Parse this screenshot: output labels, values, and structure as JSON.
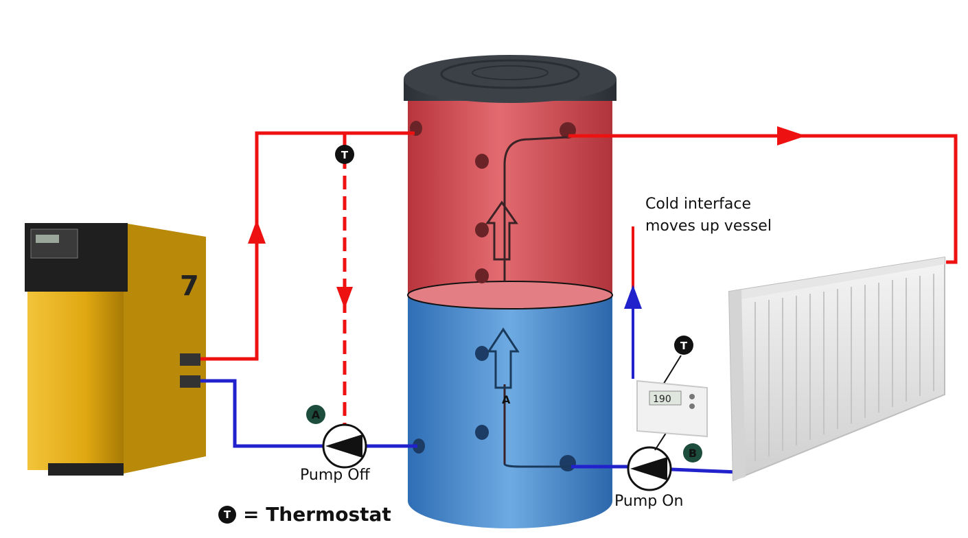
{
  "diagram": {
    "annotation_cold_interface_line1": "Cold interface",
    "annotation_cold_interface_line2": "moves up vessel",
    "pump_a_label": "Pump Off",
    "pump_b_label": "Pump On",
    "pump_a_badge": "A",
    "pump_b_badge": "B",
    "arrow_a_label": "A",
    "thermostat_symbol": "T",
    "legend_text": "= Thermostat",
    "thermostat_display": "190",
    "colors": {
      "hot_pipe": "#ee1111",
      "cold_pipe": "#2222cc",
      "hot_zone": "#d9535a",
      "cold_zone": "#4a8fd0",
      "boiler": "#e8b318",
      "badge": "#1d4d3c"
    }
  }
}
